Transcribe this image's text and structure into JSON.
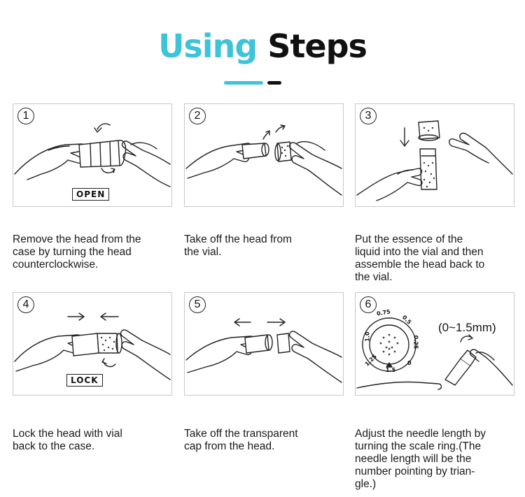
{
  "header": {
    "title_part1": "Using",
    "title_part2": "Steps",
    "accent_color": "#3ec3d8",
    "dark_color": "#111111"
  },
  "steps": [
    {
      "number": "1",
      "illustration": "hands-twisting-pen",
      "tag": "OPEN",
      "caption_lines": [
        "Remove the head from the",
        "case by turning the head",
        "counterclockwise."
      ]
    },
    {
      "number": "2",
      "illustration": "hands-separating-head",
      "caption_lines": [
        "Take off the head from",
        "the vial."
      ]
    },
    {
      "number": "3",
      "illustration": "hand-filling-vial",
      "caption_lines": [
        "Put the essence of the",
        "liquid into the vial and then",
        "assemble the head back to",
        "the vial."
      ]
    },
    {
      "number": "4",
      "illustration": "hands-locking-pen",
      "tag": "LOCK",
      "caption_lines": [
        "Lock the head with vial",
        "back to the case."
      ]
    },
    {
      "number": "5",
      "illustration": "hands-removing-cap",
      "caption_lines": [
        "Take off the transparent",
        "cap from the head."
      ]
    },
    {
      "number": "6",
      "illustration": "scale-ring-adjust",
      "range_label": "(0~1.5mm)",
      "ring_labels": [
        "0.75",
        "0.5",
        "0.25",
        "0",
        "1.5",
        "1.25",
        "1.0"
      ],
      "caption_lines": [
        "Adjust the needle length by",
        "turning the scale ring.(The",
        "needle length will be the",
        "number pointing by trian-",
        "gle.)"
      ]
    }
  ]
}
